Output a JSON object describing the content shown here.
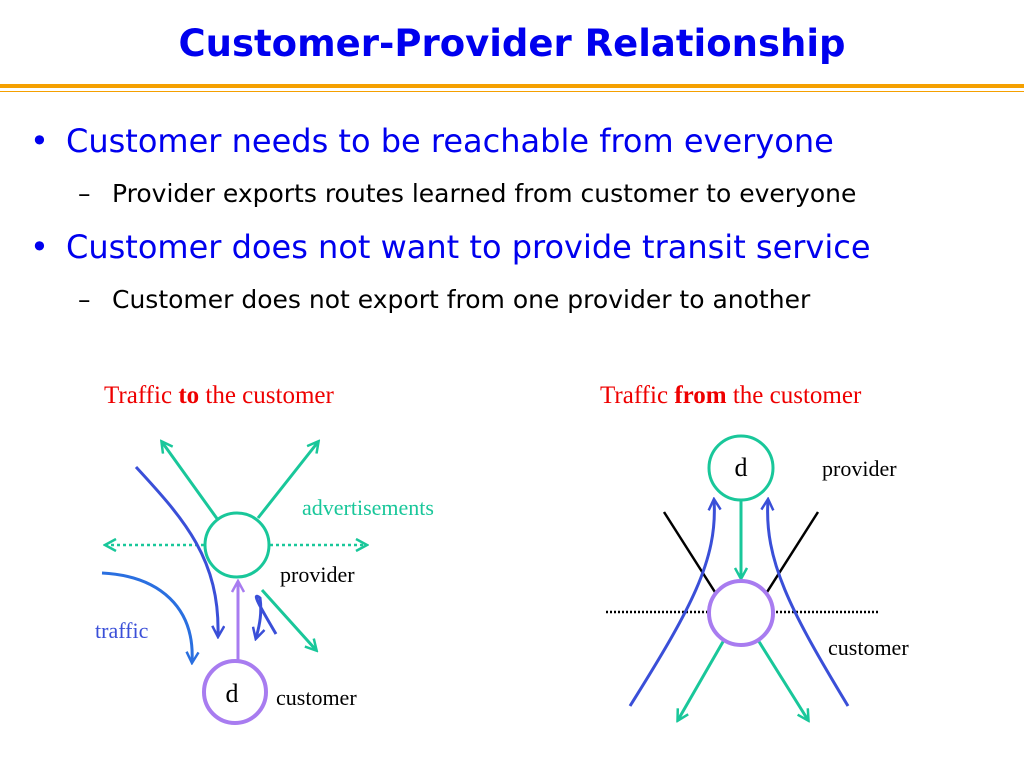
{
  "title": "Customer-Provider Relationship",
  "bullets": [
    {
      "text": "Customer needs to be reachable from everyone",
      "sub": "Provider exports routes learned from customer to everyone"
    },
    {
      "text": "Customer does not want to provide transit service",
      "sub": "Customer does not export from one provider to another"
    }
  ],
  "bullet_marker": "•",
  "sub_marker": "–",
  "left_diagram": {
    "caption_pre": "Traffic ",
    "caption_bold": "to",
    "caption_post": " the customer",
    "label_advertisements": "advertisements",
    "label_provider": "provider",
    "label_traffic": "traffic",
    "label_customer": "customer",
    "node_d": "d"
  },
  "right_diagram": {
    "caption_pre": "Traffic ",
    "caption_bold": "from",
    "caption_post": " the customer",
    "label_provider": "provider",
    "label_customer": "customer",
    "node_d": "d"
  },
  "colors": {
    "title": "#0000ee",
    "rule": "#f5a000",
    "caption": "#ee0000",
    "teal": "#19c79a",
    "blue": "#3a4fd8",
    "purple": "#a87cf0",
    "traffic_blue": "#2a6fe0"
  }
}
